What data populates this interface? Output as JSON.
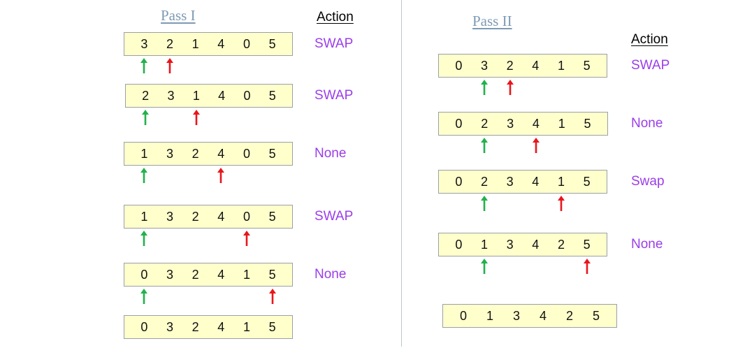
{
  "pass1": {
    "title": "Pass I",
    "action_header": "Action",
    "rows": [
      {
        "values": [
          "3",
          "2",
          "1",
          "4",
          "0",
          "5"
        ],
        "action": "SWAP",
        "green_index": 0,
        "red_index": 1
      },
      {
        "values": [
          "2",
          "3",
          "1",
          "4",
          "0",
          "5"
        ],
        "action": "SWAP",
        "green_index": 0,
        "red_index": 2
      },
      {
        "values": [
          "1",
          "3",
          "2",
          "4",
          "0",
          "5"
        ],
        "action": "None",
        "green_index": 0,
        "red_index": 3
      },
      {
        "values": [
          "1",
          "3",
          "2",
          "4",
          "0",
          "5"
        ],
        "action": "SWAP",
        "green_index": 0,
        "red_index": 4
      },
      {
        "values": [
          "0",
          "3",
          "2",
          "4",
          "1",
          "5"
        ],
        "action": "None",
        "green_index": 0,
        "red_index": 5
      },
      {
        "values": [
          "0",
          "3",
          "2",
          "4",
          "1",
          "5"
        ],
        "action": ""
      }
    ]
  },
  "pass2": {
    "title": "Pass II",
    "action_header": "Action",
    "rows": [
      {
        "values": [
          "0",
          "3",
          "2",
          "4",
          "1",
          "5"
        ],
        "action": "SWAP",
        "green_index": 1,
        "red_index": 2
      },
      {
        "values": [
          "0",
          "2",
          "3",
          "4",
          "1",
          "5"
        ],
        "action": "None",
        "green_index": 1,
        "red_index": 3
      },
      {
        "values": [
          "0",
          "2",
          "3",
          "4",
          "1",
          "5"
        ],
        "action": "Swap",
        "green_index": 1,
        "red_index": 4
      },
      {
        "values": [
          "0",
          "1",
          "3",
          "4",
          "2",
          "5"
        ],
        "action": "None",
        "green_index": 1,
        "red_index": 5
      },
      {
        "values": [
          "0",
          "1",
          "3",
          "4",
          "2",
          "5"
        ],
        "action": ""
      }
    ]
  },
  "colors": {
    "row_fill": "#ffffcc",
    "action_text": "#9b3dea",
    "green_arrow": "#22b14c",
    "red_arrow": "#e8161c",
    "title_text": "#7e9ab3"
  }
}
